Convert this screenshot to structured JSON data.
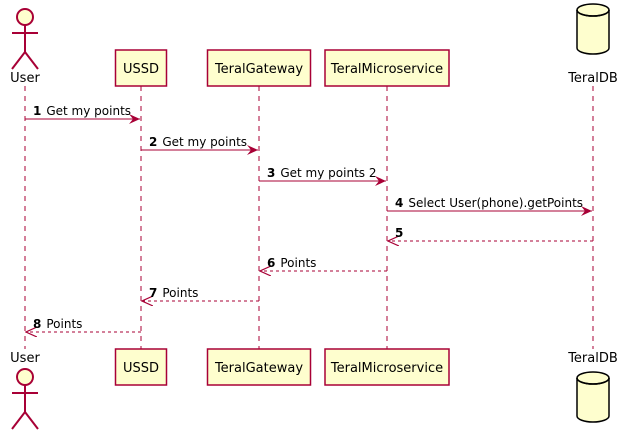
{
  "participants": [
    {
      "id": "user",
      "label": "User",
      "kind": "actor"
    },
    {
      "id": "ussd",
      "label": "USSD",
      "kind": "box"
    },
    {
      "id": "gateway",
      "label": "TeralGateway",
      "kind": "box"
    },
    {
      "id": "micro",
      "label": "TeralMicroservice",
      "kind": "box"
    },
    {
      "id": "db",
      "label": "TeralDB",
      "kind": "database"
    }
  ],
  "messages": [
    {
      "num": "1",
      "text": "Get my points",
      "from": "user",
      "to": "ussd",
      "style": "sync"
    },
    {
      "num": "2",
      "text": "Get my points",
      "from": "ussd",
      "to": "gateway",
      "style": "sync"
    },
    {
      "num": "3",
      "text": "Get my points 2",
      "from": "gateway",
      "to": "micro",
      "style": "sync"
    },
    {
      "num": "4",
      "text": "Select User(phone).getPoints",
      "from": "micro",
      "to": "db",
      "style": "sync"
    },
    {
      "num": "5",
      "text": "",
      "from": "db",
      "to": "micro",
      "style": "return"
    },
    {
      "num": "6",
      "text": "Points",
      "from": "micro",
      "to": "gateway",
      "style": "return"
    },
    {
      "num": "7",
      "text": "Points",
      "from": "gateway",
      "to": "ussd",
      "style": "return"
    },
    {
      "num": "8",
      "text": "Points",
      "from": "ussd",
      "to": "user",
      "style": "return"
    }
  ],
  "colors": {
    "participant_fill": "#FEFECE",
    "participant_border": "#A80036",
    "arrow": "#A80036",
    "text": "#000000"
  }
}
